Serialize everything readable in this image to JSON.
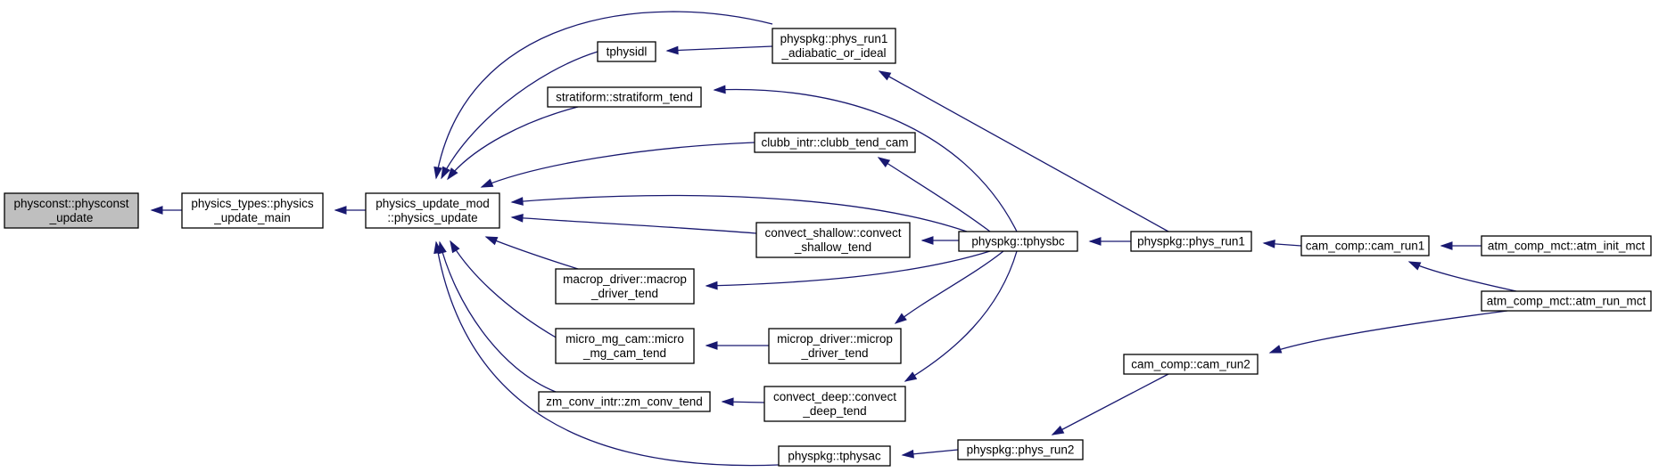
{
  "graph": {
    "nodes": [
      {
        "id": "n_physconst_update",
        "lines": [
          "physconst::physconst",
          "_update"
        ]
      },
      {
        "id": "n_physics_update_main",
        "lines": [
          "physics_types::physics",
          "_update_main"
        ]
      },
      {
        "id": "n_physics_update",
        "lines": [
          "physics_update_mod",
          "::physics_update"
        ]
      },
      {
        "id": "n_tphysidl",
        "lines": [
          "tphysidl"
        ]
      },
      {
        "id": "n_phys_run1_adiabatic",
        "lines": [
          "physpkg::phys_run1",
          "_adiabatic_or_ideal"
        ]
      },
      {
        "id": "n_stratiform_tend",
        "lines": [
          "stratiform::stratiform_tend"
        ]
      },
      {
        "id": "n_clubb_tend_cam",
        "lines": [
          "clubb_intr::clubb_tend_cam"
        ]
      },
      {
        "id": "n_convect_shallow_tend",
        "lines": [
          "convect_shallow::convect",
          "_shallow_tend"
        ]
      },
      {
        "id": "n_macrop_driver_tend",
        "lines": [
          "macrop_driver::macrop",
          "_driver_tend"
        ]
      },
      {
        "id": "n_micro_mg_cam_tend",
        "lines": [
          "micro_mg_cam::micro",
          "_mg_cam_tend"
        ]
      },
      {
        "id": "n_microp_driver_tend",
        "lines": [
          "microp_driver::microp",
          "_driver_tend"
        ]
      },
      {
        "id": "n_zm_conv_tend",
        "lines": [
          "zm_conv_intr::zm_conv_tend"
        ]
      },
      {
        "id": "n_convect_deep_tend",
        "lines": [
          "convect_deep::convect",
          "_deep_tend"
        ]
      },
      {
        "id": "n_tphysac",
        "lines": [
          "physpkg::tphysac"
        ]
      },
      {
        "id": "n_tphysbc",
        "lines": [
          "physpkg::tphysbc"
        ]
      },
      {
        "id": "n_phys_run1",
        "lines": [
          "physpkg::phys_run1"
        ]
      },
      {
        "id": "n_phys_run2",
        "lines": [
          "physpkg::phys_run2"
        ]
      },
      {
        "id": "n_cam_run1",
        "lines": [
          "cam_comp::cam_run1"
        ]
      },
      {
        "id": "n_cam_run2",
        "lines": [
          "cam_comp::cam_run2"
        ]
      },
      {
        "id": "n_atm_init_mct",
        "lines": [
          "atm_comp_mct::atm_init_mct"
        ]
      },
      {
        "id": "n_atm_run_mct",
        "lines": [
          "atm_comp_mct::atm_run_mct"
        ]
      }
    ],
    "edges": [
      {
        "from": "n_physics_update_main",
        "to": "n_physconst_update"
      },
      {
        "from": "n_physics_update",
        "to": "n_physics_update_main"
      },
      {
        "from": "n_tphysidl",
        "to": "n_physics_update"
      },
      {
        "from": "n_phys_run1_adiabatic",
        "to": "n_physics_update"
      },
      {
        "from": "n_stratiform_tend",
        "to": "n_physics_update"
      },
      {
        "from": "n_clubb_tend_cam",
        "to": "n_physics_update"
      },
      {
        "from": "n_tphysbc",
        "to": "n_physics_update"
      },
      {
        "from": "n_convect_shallow_tend",
        "to": "n_physics_update"
      },
      {
        "from": "n_macrop_driver_tend",
        "to": "n_physics_update"
      },
      {
        "from": "n_micro_mg_cam_tend",
        "to": "n_physics_update"
      },
      {
        "from": "n_zm_conv_tend",
        "to": "n_physics_update"
      },
      {
        "from": "n_tphysac",
        "to": "n_physics_update"
      },
      {
        "from": "n_phys_run1_adiabatic",
        "to": "n_tphysidl"
      },
      {
        "from": "n_phys_run1",
        "to": "n_phys_run1_adiabatic"
      },
      {
        "from": "n_tphysbc",
        "to": "n_stratiform_tend"
      },
      {
        "from": "n_tphysbc",
        "to": "n_clubb_tend_cam"
      },
      {
        "from": "n_tphysbc",
        "to": "n_convect_shallow_tend"
      },
      {
        "from": "n_tphysbc",
        "to": "n_macrop_driver_tend"
      },
      {
        "from": "n_tphysbc",
        "to": "n_microp_driver_tend"
      },
      {
        "from": "n_tphysbc",
        "to": "n_convect_deep_tend"
      },
      {
        "from": "n_microp_driver_tend",
        "to": "n_micro_mg_cam_tend"
      },
      {
        "from": "n_convect_deep_tend",
        "to": "n_zm_conv_tend"
      },
      {
        "from": "n_phys_run1",
        "to": "n_tphysbc"
      },
      {
        "from": "n_phys_run2",
        "to": "n_tphysac"
      },
      {
        "from": "n_cam_run1",
        "to": "n_phys_run1"
      },
      {
        "from": "n_cam_run2",
        "to": "n_phys_run2"
      },
      {
        "from": "n_atm_init_mct",
        "to": "n_cam_run1"
      },
      {
        "from": "n_atm_run_mct",
        "to": "n_cam_run1"
      },
      {
        "from": "n_atm_run_mct",
        "to": "n_cam_run2"
      }
    ]
  },
  "colors": {
    "edge": "#191970",
    "node_border": "#000000",
    "node_fill": "#ffffff",
    "root_fill": "#bfbfbf"
  }
}
